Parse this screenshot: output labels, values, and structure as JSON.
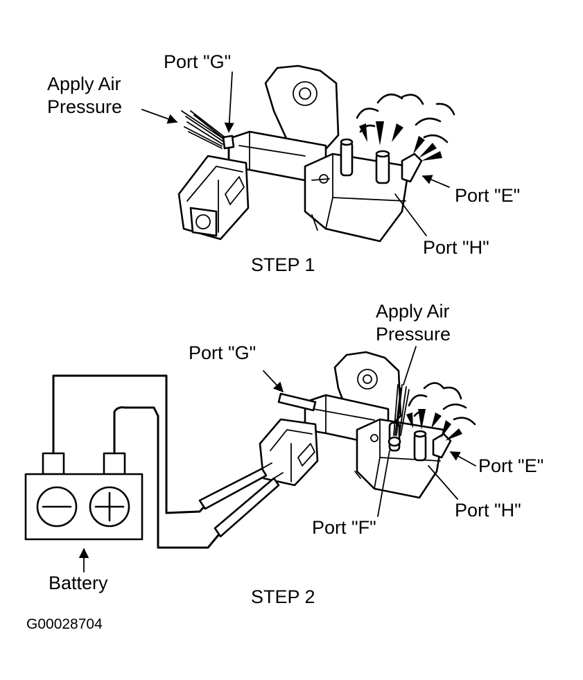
{
  "step1": {
    "caption": "STEP 1",
    "labels": {
      "port_g": "Port \"G\"",
      "apply_air_line1": "Apply Air",
      "apply_air_line2": "Pressure",
      "port_e": "Port \"E\"",
      "port_h": "Port \"H\""
    }
  },
  "step2": {
    "caption": "STEP 2",
    "labels": {
      "port_g": "Port \"G\"",
      "apply_air_line1": "Apply Air",
      "apply_air_line2": "Pressure",
      "port_e": "Port \"E\"",
      "port_h": "Port \"H\"",
      "port_f": "Port \"F\"",
      "battery": "Battery"
    }
  },
  "figure_code": "G00028704",
  "icons": [
    "vacuum-switching-valve-icon",
    "battery-icon",
    "air-burst-icon",
    "minus-icon",
    "plus-icon",
    "arrow-icon"
  ]
}
